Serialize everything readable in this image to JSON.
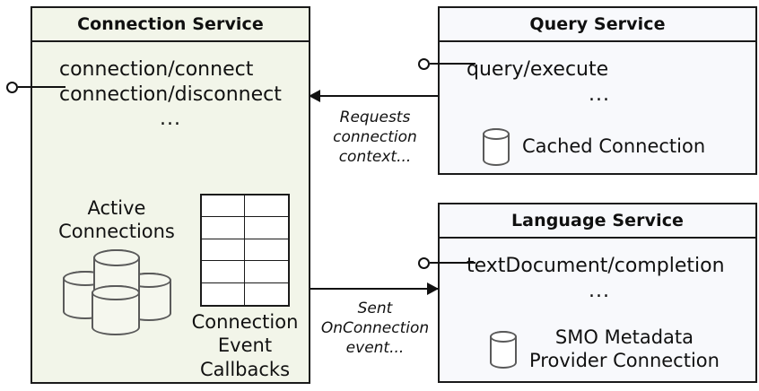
{
  "diagram": {
    "type": "uml-component-diagram",
    "background": "#ffffff",
    "colors": {
      "connection_service_fill": "#f2f5e9",
      "other_service_fill": "#f8f9fc",
      "border": "#1a1a1a",
      "cylinder_stroke": "#5a5a5a"
    }
  },
  "components": {
    "connection_service": {
      "title": "Connection Service",
      "operations": [
        "connection/connect",
        "connection/disconnect"
      ],
      "ellipsis": "...",
      "artifacts": {
        "active_connections": {
          "label_lines": [
            "Active",
            "Connections"
          ],
          "icon": "database-cluster-icon",
          "cylinder_count": 4
        },
        "connection_event_callbacks": {
          "label_lines": [
            "Connection",
            "Event",
            "Callbacks"
          ],
          "icon": "table-grid-icon",
          "rows": 5,
          "cols": 2
        }
      },
      "interface_port": "lollipop"
    },
    "query_service": {
      "title": "Query Service",
      "operations": [
        "query/execute"
      ],
      "ellipsis": "...",
      "artifacts": {
        "cached_connection": {
          "label_lines": [
            "Cached Connection"
          ],
          "icon": "database-icon"
        }
      },
      "interface_port": "lollipop"
    },
    "language_service": {
      "title": "Language Service",
      "operations": [
        "textDocument/completion"
      ],
      "ellipsis": "...",
      "artifacts": {
        "smo_metadata_provider_connection": {
          "label_lines": [
            "SMO Metadata",
            "Provider Connection"
          ],
          "icon": "database-icon"
        }
      },
      "interface_port": "lollipop"
    }
  },
  "connectors": [
    {
      "id": "requests-connection-context",
      "from": "query_service",
      "to": "connection_service",
      "direction": "left",
      "label_lines": [
        "Requests",
        "connection",
        "context..."
      ]
    },
    {
      "id": "sent-onconnection-event",
      "from": "connection_service",
      "to": "language_service",
      "direction": "right",
      "label_lines": [
        "Sent",
        "OnConnection",
        "event..."
      ]
    }
  ]
}
